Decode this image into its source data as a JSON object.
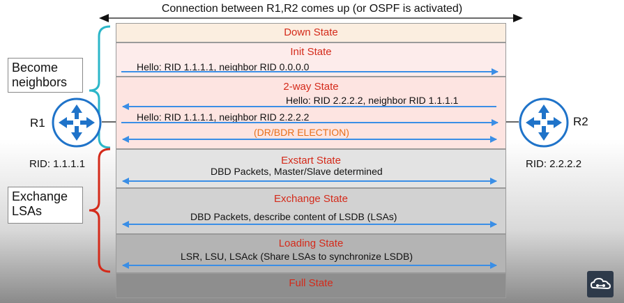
{
  "top_caption": "Connection between R1,R2 comes up (or OSPF is activated)",
  "groups": {
    "become_neighbors": "Become\nneighbors",
    "exchange_lsas": "Exchange\nLSAs"
  },
  "r1": {
    "name": "R1",
    "rid": "RID: 1.1.1.1"
  },
  "r2": {
    "name": "R2",
    "rid": "RID: 2.2.2.2"
  },
  "states": [
    {
      "title": "Down State",
      "messages": []
    },
    {
      "title": "Init State",
      "messages": [
        "Hello: RID 1.1.1.1, neighbor RID 0.0.0.0"
      ]
    },
    {
      "title": "2-way State",
      "messages": [
        "Hello: RID 2.2.2.2, neighbor RID 1.1.1.1",
        "Hello: RID 1.1.1.1, neighbor RID 2.2.2.2",
        "(DR/BDR ELECTION)"
      ]
    },
    {
      "title": "Exstart State",
      "messages": [
        "DBD Packets, Master/Slave determined"
      ]
    },
    {
      "title": "Exchange State",
      "messages": [
        "DBD Packets, describe content of LSDB (LSAs)"
      ]
    },
    {
      "title": "Loading State",
      "messages": [
        "LSR, LSU, LSAck (Share LSAs to synchronize LSDB)"
      ]
    },
    {
      "title": "Full State",
      "messages": []
    }
  ],
  "colors": {
    "arrow": "#3a8ee6",
    "state_title": "#d42a1a",
    "election": "#e8701a",
    "brace_neighbors": "#2bb6c8",
    "brace_lsas": "#d42a1a",
    "router": "#1f73c9"
  },
  "logo_icon": "cloud-network-icon"
}
